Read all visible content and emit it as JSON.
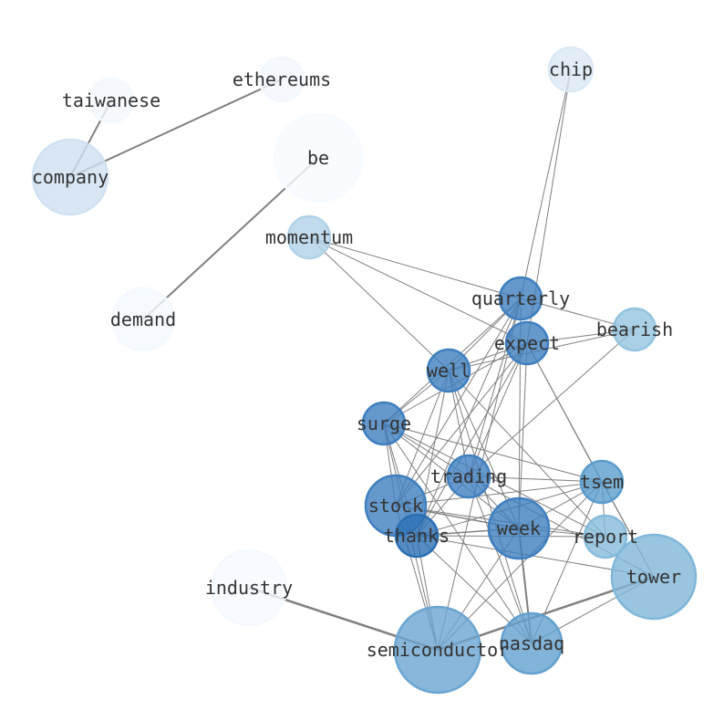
{
  "nodes": [
    {
      "id": "taiwanese",
      "label": "taiwanese",
      "color": "#f3f8fd"
    },
    {
      "id": "ethereums",
      "label": "ethereums",
      "color": "#f3f8fd"
    },
    {
      "id": "chip",
      "label": "chip",
      "color": "#dbe9f6"
    },
    {
      "id": "company",
      "label": "company",
      "color": "#d0e1f2"
    },
    {
      "id": "be",
      "label": "be",
      "color": "#f7fbff"
    },
    {
      "id": "momentum",
      "label": "momentum",
      "color": "#b0d2e8"
    },
    {
      "id": "demand",
      "label": "demand",
      "color": "#f4f9fe"
    },
    {
      "id": "quarterly",
      "label": "quarterly",
      "color": "#3f7fbf"
    },
    {
      "id": "bearish",
      "label": "bearish",
      "color": "#94c4e0"
    },
    {
      "id": "expect",
      "label": "expect",
      "color": "#3f7fbf"
    },
    {
      "id": "well",
      "label": "well",
      "color": "#3f7fbf"
    },
    {
      "id": "surge",
      "label": "surge",
      "color": "#3f7fbf"
    },
    {
      "id": "trading",
      "label": "trading",
      "color": "#4080c0"
    },
    {
      "id": "stock",
      "label": "stock",
      "color": "#3f7fbf"
    },
    {
      "id": "thanks",
      "label": "thanks",
      "color": "#2a6fb4"
    },
    {
      "id": "week",
      "label": "week",
      "color": "#3f7fbf"
    },
    {
      "id": "tsem",
      "label": "tsem",
      "color": "#5a9ccd"
    },
    {
      "id": "report",
      "label": "report",
      "color": "#85bcdc"
    },
    {
      "id": "tower",
      "label": "tower",
      "color": "#7fb6d9"
    },
    {
      "id": "industry",
      "label": "industry",
      "color": "#f5f9fe"
    },
    {
      "id": "semiconductor",
      "label": "semiconductor",
      "color": "#6aa5d2"
    },
    {
      "id": "nasdaq",
      "label": "nasdaq",
      "color": "#63a0cf"
    }
  ],
  "edges": [
    [
      "company",
      "taiwanese",
      2
    ],
    [
      "company",
      "ethereums",
      2
    ],
    [
      "be",
      "demand",
      2
    ],
    [
      "industry",
      "semiconductor",
      2.5
    ],
    [
      "chip",
      "quarterly",
      1
    ],
    [
      "chip",
      "expect",
      1
    ],
    [
      "momentum",
      "quarterly",
      1
    ],
    [
      "momentum",
      "expect",
      1
    ],
    [
      "momentum",
      "well",
      1
    ],
    [
      "quarterly",
      "bearish",
      1
    ],
    [
      "quarterly",
      "well",
      1
    ],
    [
      "quarterly",
      "surge",
      1
    ],
    [
      "quarterly",
      "stock",
      1
    ],
    [
      "quarterly",
      "thanks",
      1
    ],
    [
      "quarterly",
      "trading",
      1
    ],
    [
      "quarterly",
      "week",
      1
    ],
    [
      "quarterly",
      "semiconductor",
      1
    ],
    [
      "expect",
      "bearish",
      1
    ],
    [
      "expect",
      "well",
      1
    ],
    [
      "expect",
      "surge",
      1
    ],
    [
      "expect",
      "stock",
      1
    ],
    [
      "expect",
      "thanks",
      1
    ],
    [
      "expect",
      "week",
      1
    ],
    [
      "expect",
      "tsem",
      1
    ],
    [
      "expect",
      "tower",
      1
    ],
    [
      "expect",
      "trading",
      1
    ],
    [
      "bearish",
      "well",
      1
    ],
    [
      "bearish",
      "trading",
      1
    ],
    [
      "well",
      "surge",
      1
    ],
    [
      "well",
      "stock",
      1
    ],
    [
      "well",
      "thanks",
      1
    ],
    [
      "well",
      "trading",
      1
    ],
    [
      "well",
      "week",
      1
    ],
    [
      "well",
      "report",
      1
    ],
    [
      "well",
      "nasdaq",
      1
    ],
    [
      "surge",
      "trading",
      1
    ],
    [
      "surge",
      "stock",
      1
    ],
    [
      "surge",
      "thanks",
      1
    ],
    [
      "surge",
      "week",
      1
    ],
    [
      "surge",
      "tsem",
      1
    ],
    [
      "surge",
      "semiconductor",
      1
    ],
    [
      "surge",
      "nasdaq",
      1
    ],
    [
      "surge",
      "report",
      1
    ],
    [
      "trading",
      "tsem",
      1
    ],
    [
      "trading",
      "stock",
      1
    ],
    [
      "trading",
      "thanks",
      1
    ],
    [
      "trading",
      "week",
      1
    ],
    [
      "trading",
      "tower",
      1
    ],
    [
      "trading",
      "nasdaq",
      1
    ],
    [
      "stock",
      "week",
      1.5
    ],
    [
      "stock",
      "tsem",
      1
    ],
    [
      "stock",
      "report",
      1
    ],
    [
      "stock",
      "semiconductor",
      1
    ],
    [
      "thanks",
      "week",
      1.5
    ],
    [
      "thanks",
      "tsem",
      1
    ],
    [
      "thanks",
      "report",
      1
    ],
    [
      "thanks",
      "tower",
      1
    ],
    [
      "thanks",
      "nasdaq",
      1
    ],
    [
      "thanks",
      "semiconductor",
      1
    ],
    [
      "week",
      "tsem",
      1
    ],
    [
      "week",
      "nasdaq",
      2
    ],
    [
      "week",
      "semiconductor",
      1
    ],
    [
      "week",
      "report",
      1
    ],
    [
      "tsem",
      "tower",
      1
    ],
    [
      "tsem",
      "nasdaq",
      1
    ],
    [
      "tsem",
      "semiconductor",
      1
    ],
    [
      "tsem",
      "report",
      1
    ],
    [
      "tower",
      "nasdaq",
      1
    ],
    [
      "tower",
      "semiconductor",
      2.5
    ]
  ]
}
